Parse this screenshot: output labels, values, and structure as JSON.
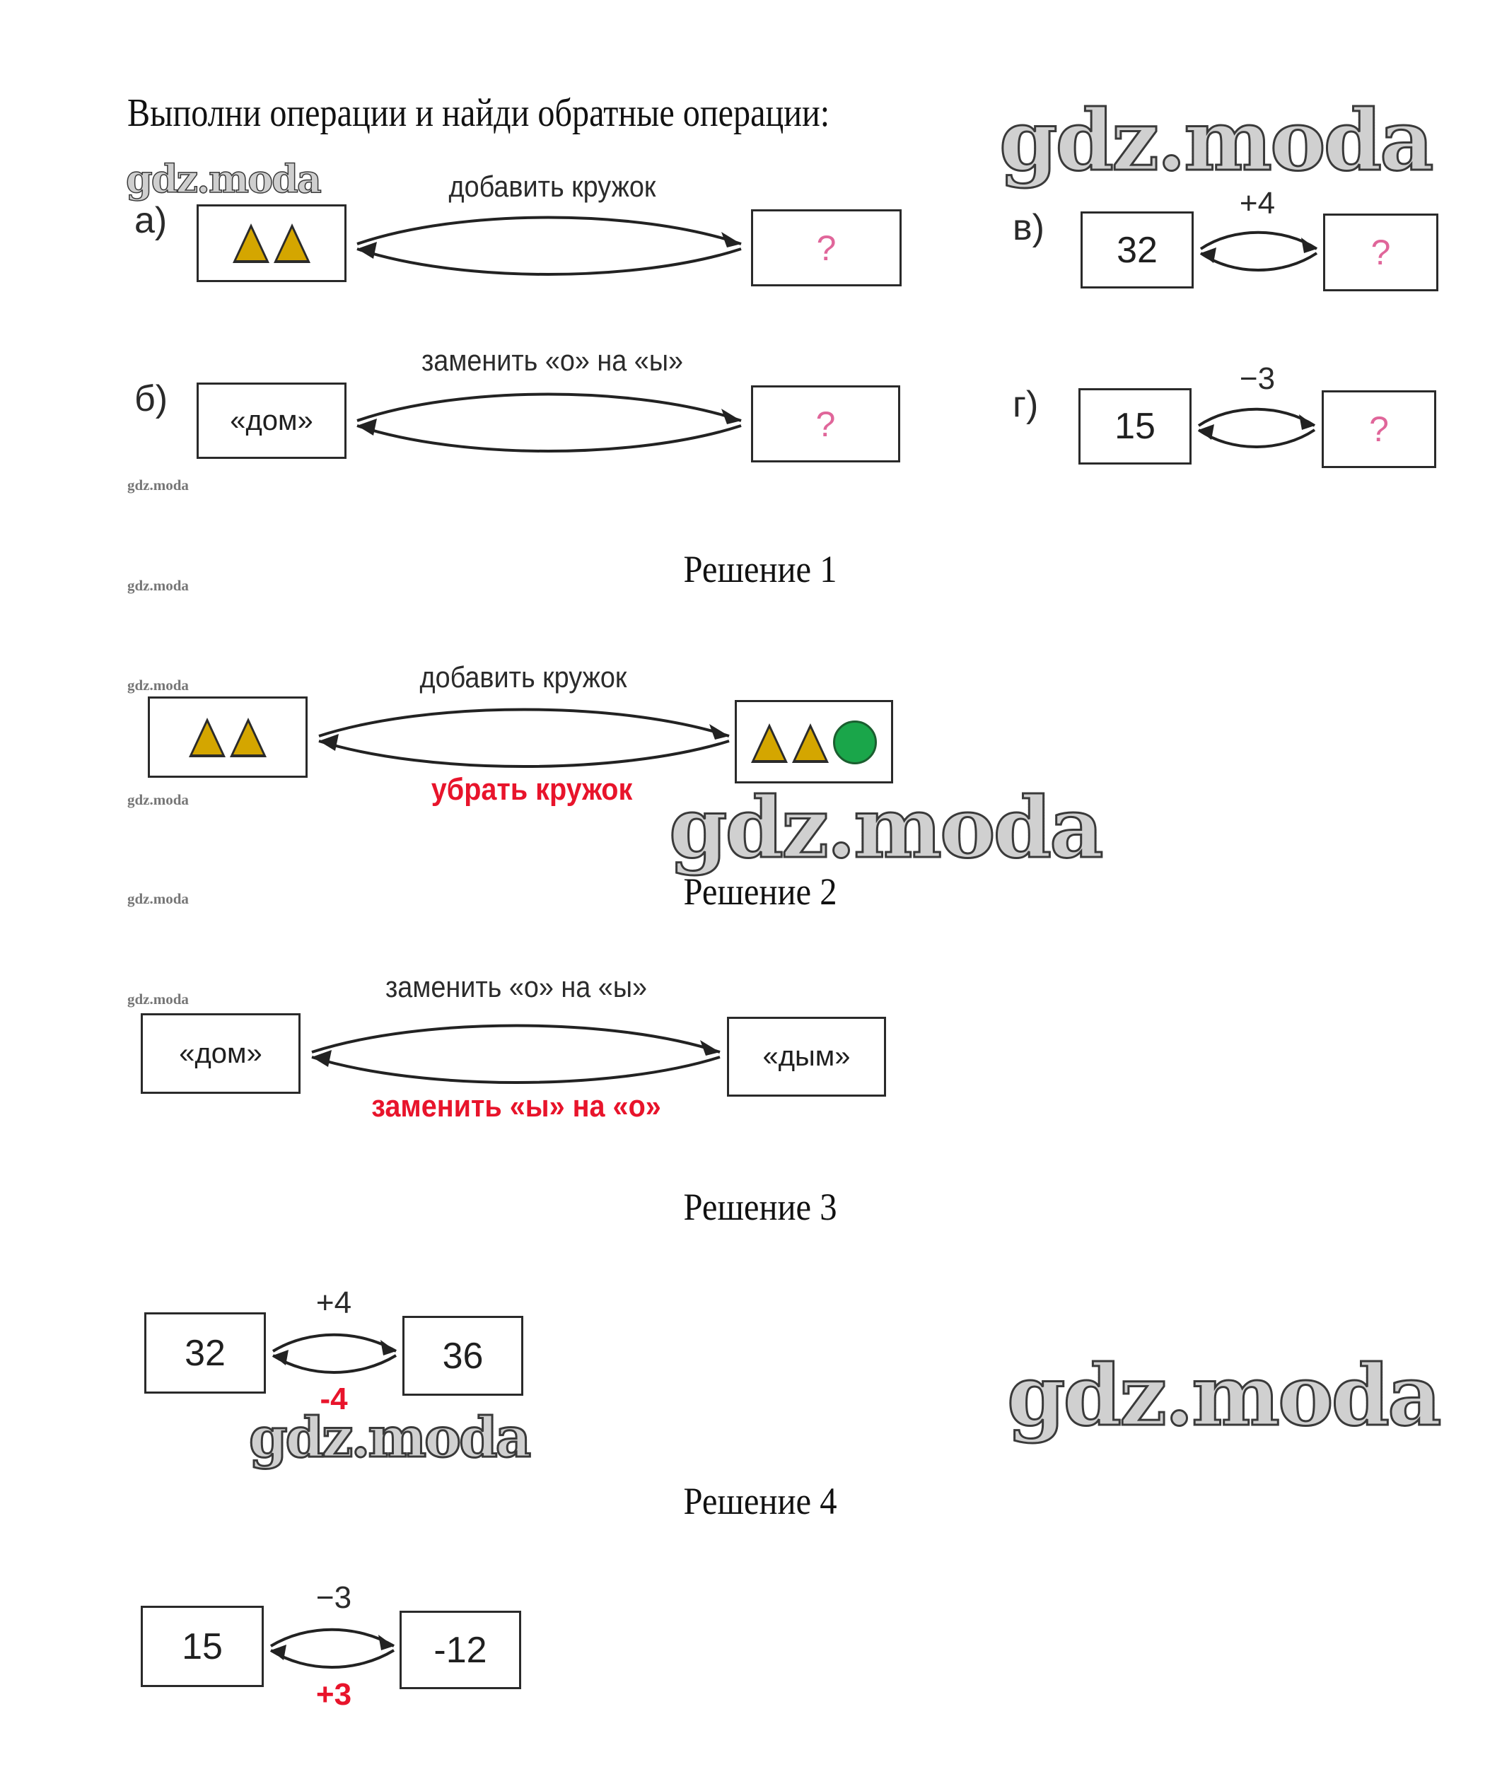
{
  "task": {
    "title": "Выполни операции и найди обратные операции:",
    "items": [
      {
        "label": "а)",
        "from": "triangles x2",
        "operation": "добавить кружок",
        "to": "?"
      },
      {
        "label": "б)",
        "from": "«дом»",
        "operation": "заменить «о» на «ы»",
        "to": "?"
      },
      {
        "label": "в)",
        "from": "32",
        "operation": "+4",
        "to": "?"
      },
      {
        "label": "г)",
        "from": "15",
        "operation": "−3",
        "to": "?"
      }
    ]
  },
  "solutions": [
    {
      "heading": "Решение 1",
      "forward": "добавить кружок",
      "inverse": "убрать кружок",
      "from": "triangles x2",
      "to": "triangles x2 + green circle"
    },
    {
      "heading": "Решение 2",
      "forward": "заменить «о» на «ы»",
      "inverse": "заменить «ы» на «о»",
      "from": "«дом»",
      "to": "«дым»"
    },
    {
      "heading": "Решение 3",
      "forward": "+4",
      "inverse": "-4",
      "from": "32",
      "to": "36"
    },
    {
      "heading": "Решение 4",
      "forward": "−3",
      "inverse": "+3",
      "from": "15",
      "to": "-12"
    }
  ],
  "watermark": "gdz.moda",
  "icons": {
    "shape_triangle": "yellow-triangle",
    "shape_circle": "green-circle",
    "arrow": "double-curved-arrow"
  },
  "colors": {
    "triangle_fill": "#d4a600",
    "circle_fill": "#1aa64a",
    "question_mark": "#e0669a",
    "inverse_red": "#e8142b"
  }
}
